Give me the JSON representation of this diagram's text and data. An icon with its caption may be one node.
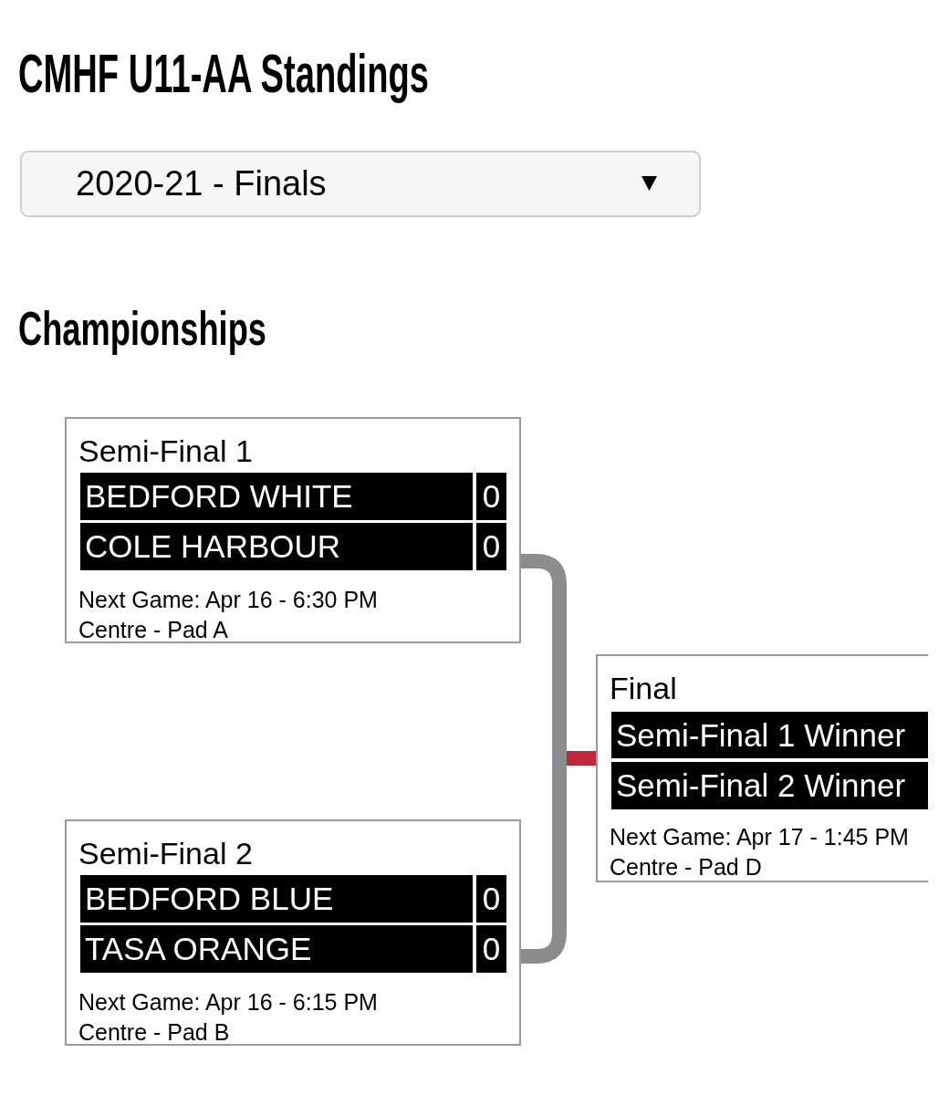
{
  "diagram": {
    "title": "CMHF U11-AA Standings",
    "nodes": [
      {
        "text": [
          "Semi-Final 1",
          "Next Game: Apr 16 - 6:30 PM",
          "Centre - Pad A"
        ]
      },
      {
        "text": [
          "BEDFORD WHITE"
        ],
        "in": 0
      },
      {
        "text": [
          "0"
        ],
        "in": 0
      },
      {
        "text": [
          "COLE HARBOUR"
        ],
        "in": 0
      },
      {
        "text": [
          "0"
        ],
        "in": 0
      },
      {
        "text": [
          "Semi-Final 2",
          "Next Game: Apr 16 - 6:15 PM",
          "Centre - Pad B"
        ]
      },
      {
        "text": [
          "BEDFORD BLUE"
        ],
        "in": 5
      },
      {
        "text": [
          "0"
        ],
        "in": 5
      },
      {
        "text": [
          "TASA ORANGE"
        ],
        "in": 5
      },
      {
        "text": [
          "0"
        ],
        "in": 5
      },
      {
        "text": [
          "Final",
          "Next Game: Apr 17 - 1:45 PM",
          "Centre - Pad D"
        ]
      },
      {
        "text": [
          "Semi-Final 1 Winner"
        ],
        "in": 10
      },
      {
        "text": [
          "Semi-Final 2 Winner"
        ],
        "in": 10
      }
    ],
    "edges": [
      {
        "from": 0,
        "to": 10,
        "arrow": "none"
      },
      {
        "from": 5,
        "to": 10,
        "arrow": "none"
      }
    ],
    "labels": [
      "2020-21 - Finals",
      "Championships"
    ]
  }
}
